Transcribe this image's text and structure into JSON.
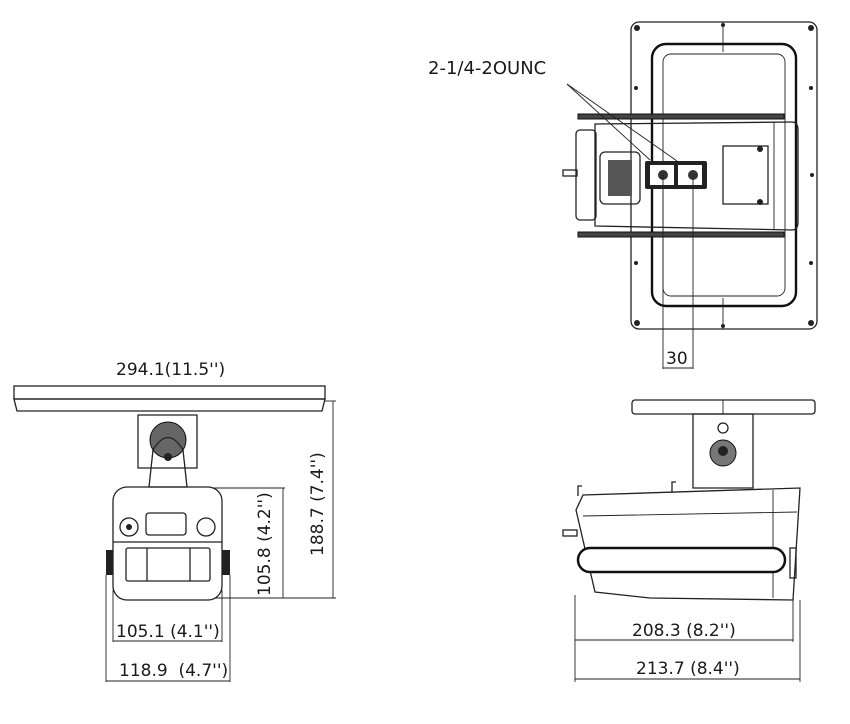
{
  "top_view": {
    "thread_label": "2-1/4-2OUNC",
    "hole_spacing": "30"
  },
  "front_view": {
    "mount_width": "294.1(11.5'')",
    "total_height": "188.7 (7.4'')",
    "housing_height": "105.8 (4.2'')",
    "housing_width": "105.1 (4.1'')",
    "overall_width": "118.9  (4.7'')"
  },
  "side_view": {
    "housing_length": "208.3 (8.2'')",
    "overall_length": "213.7 (8.4'')"
  }
}
